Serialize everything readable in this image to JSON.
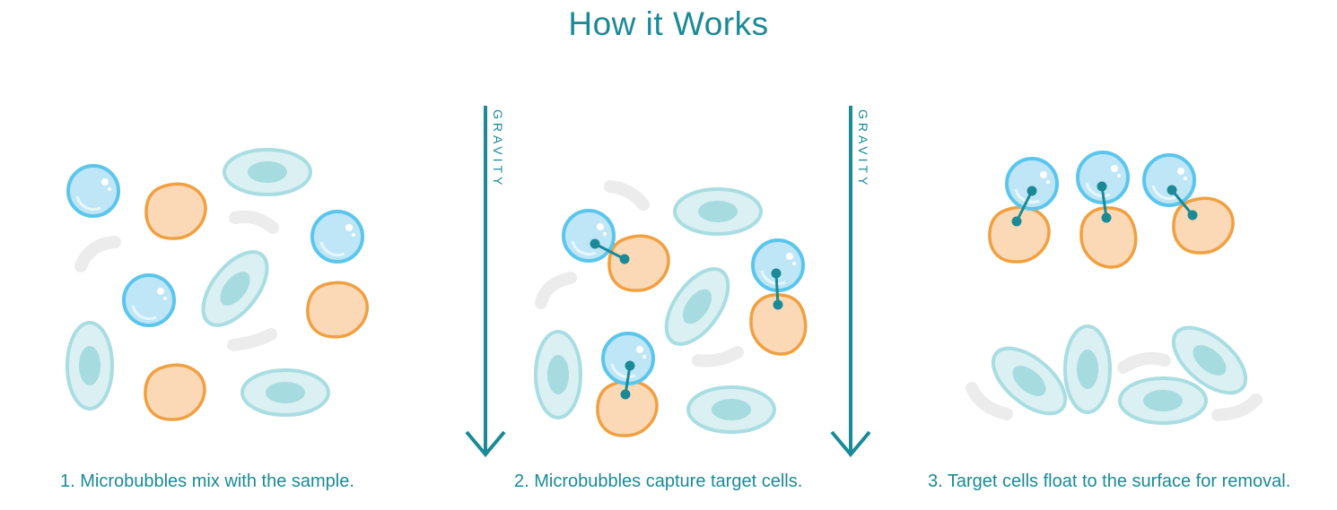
{
  "title": "How it Works",
  "steps": [
    {
      "caption": "1. Microbubbles mix with the sample."
    },
    {
      "caption": "2. Microbubbles capture target cells."
    },
    {
      "caption": "3. Target cells float to the surface for removal."
    }
  ],
  "gravity_label": "GRAVITY",
  "colors": {
    "accent": "#1a8a96",
    "bubble_fill": "#bfe6f7",
    "bubble_stroke": "#5bc6ec",
    "target_fill": "#fcd9b6",
    "target_stroke": "#f0a040",
    "cell_fill": "#daf0f2",
    "cell_stroke": "#a8dde2",
    "cell_nucleus": "#a6dbdf",
    "debris": "#ececec"
  }
}
